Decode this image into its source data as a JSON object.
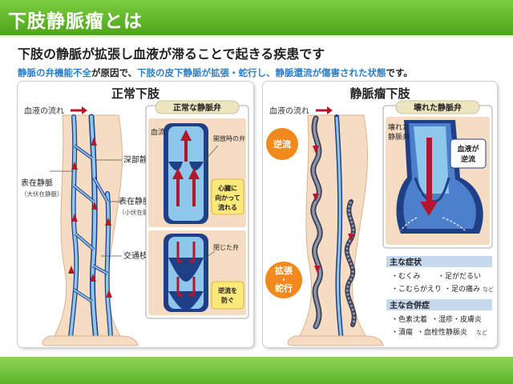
{
  "header": {
    "title": "下肢静脈瘤とは"
  },
  "subtitle": "下肢の静脈が拡張し血液が滞ることで起きる疾患です",
  "lead": {
    "p1": "静脈の弁機能不全",
    "p2": "が原因で、",
    "p3": "下肢の皮下静脈が拡張・蛇行し、静脈還流が傷害された状態",
    "p4": "です。"
  },
  "left_panel": {
    "title": "正常下肢",
    "blood_flow": "血液の流れ",
    "deep_vein": "深部静脈",
    "superficial_vein": "表在静脈",
    "great_saphenous": "（大伏在静脈）",
    "small_saphenous": "（小伏在静脈）",
    "perforator": "交通枝",
    "normal_valve": "正常な静脈弁",
    "blood_stream": "血流",
    "opening_valve": "開放時の弁",
    "to_heart": [
      "心臓に",
      "向かって",
      "流れる"
    ],
    "closed_valve": "閉じた弁",
    "prevent_backflow": [
      "逆流を",
      "防ぐ"
    ]
  },
  "right_panel": {
    "title": "静脈瘤下肢",
    "blood_flow": "血液の流れ",
    "broken_valve": "壊れた静脈弁",
    "broken_valve_label": [
      "壊れた",
      "静脈弁"
    ],
    "backflow_badge": "逆流",
    "dilation_badge": [
      "拡張",
      "・",
      "蛇行"
    ],
    "blood_backflow": [
      "血液が",
      "逆流"
    ],
    "symptoms_title": "主な症状",
    "symptoms": [
      [
        "むくみ",
        "足がだるい"
      ],
      [
        "こむらがえり",
        "足の痛み"
      ]
    ],
    "etc": "など",
    "complications_title": "主な合併症",
    "complications": [
      [
        "色素沈着",
        "湿疹・皮膚炎"
      ],
      [
        "潰瘍",
        "血栓性静脈炎"
      ]
    ]
  },
  "colors": {
    "header_green": "#5cb42a",
    "accent_blue": "#2b7fc8",
    "badge_orange": "#f08a1c",
    "skin": "#f7dcc4",
    "vein_dark": "#1f3f86",
    "vein_light": "#8fc6ec",
    "arrow_red": "#b2182b"
  },
  "icons": [
    "red-arrow-icon",
    "down-arrow-icon",
    "bullet-icon"
  ]
}
